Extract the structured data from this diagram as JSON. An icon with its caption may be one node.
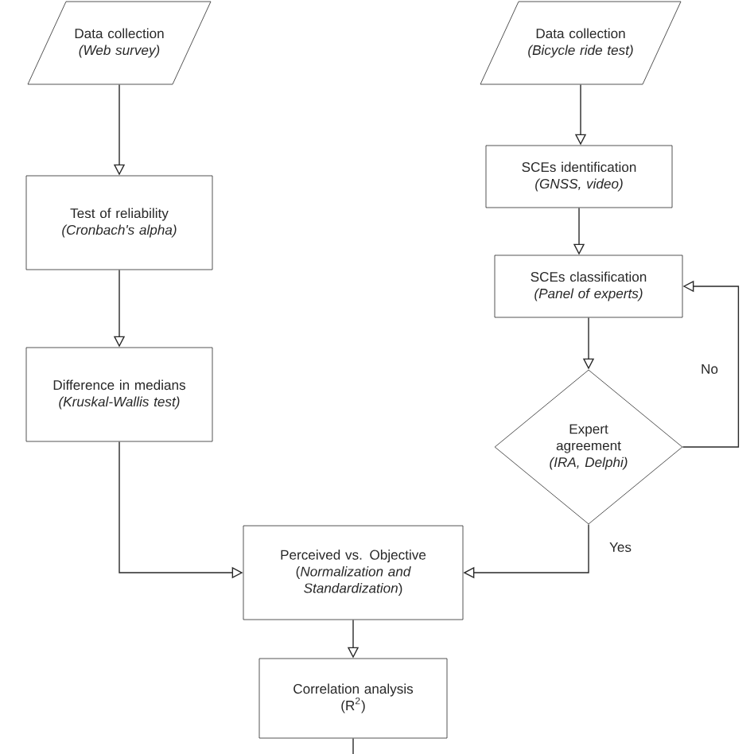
{
  "diagram": {
    "nodes": [
      {
        "text": [
          "Data collection",
          "(Web survey)"
        ]
      },
      {
        "text": [
          "Test of reliability",
          "(Cronbach's alpha)"
        ]
      },
      {
        "text": [
          "Difference in medians",
          "(Kruskal-Wallis test)"
        ]
      },
      {
        "text": [
          "Data collection",
          "(Bicycle ride test)"
        ]
      },
      {
        "text": [
          "SCEs identification",
          "(GNSS, video)"
        ]
      },
      {
        "text": [
          "SCEs classification",
          "(Panel of experts)"
        ]
      },
      {
        "text": [
          "Expert agreement",
          "(IRA, Delphi)"
        ]
      },
      {
        "text": [
          "Perceived vs. Objective",
          "(*Normalization and Standardization*)"
        ]
      },
      {
        "text": [
          "Correlation analysis",
          "(R$^{2}$)"
        ]
      }
    ],
    "edges": [
      {
        "from": 0,
        "to": 1,
        "arrow": "to"
      },
      {
        "from": 1,
        "to": 2,
        "arrow": "to"
      },
      {
        "from": 2,
        "to": 7,
        "arrow": "to"
      },
      {
        "from": 3,
        "to": 4,
        "arrow": "to"
      },
      {
        "from": 4,
        "to": 5,
        "arrow": "to"
      },
      {
        "from": 5,
        "to": 6,
        "arrow": "to"
      },
      {
        "from": 6,
        "to": 5,
        "arrow": "to",
        "label": "No"
      },
      {
        "from": 6,
        "to": 7,
        "arrow": "to",
        "label": "Yes"
      },
      {
        "from": 7,
        "to": 8,
        "arrow": "to"
      },
      {
        "from": 8,
        "to": null,
        "arrow": "none"
      }
    ]
  }
}
